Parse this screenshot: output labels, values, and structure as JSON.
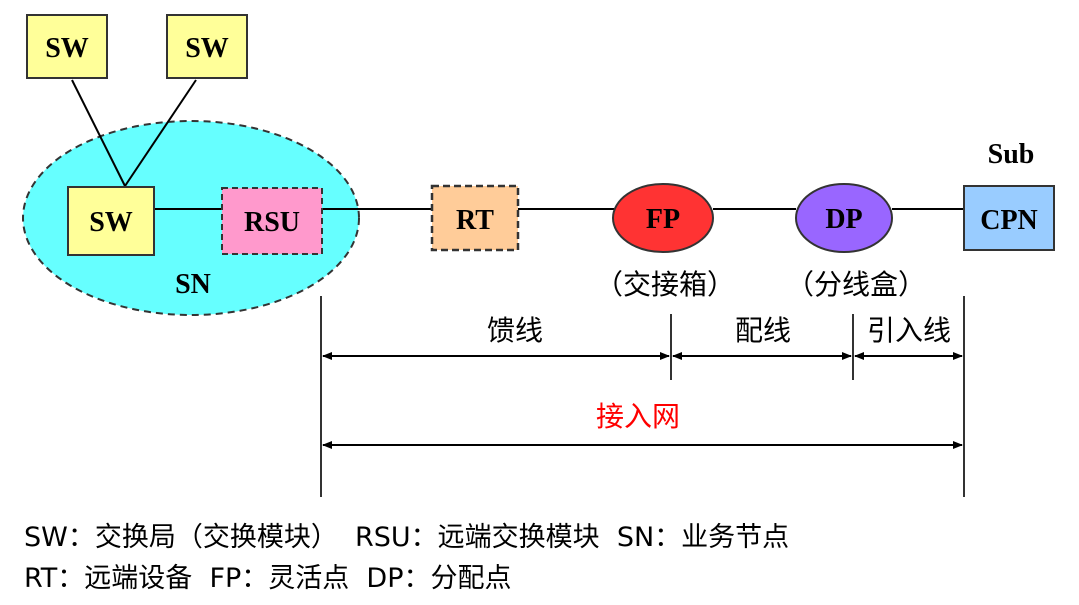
{
  "nodes": {
    "sw_top_left": "SW",
    "sw_top_right": "SW",
    "sw_inner": "SW",
    "rsu": "RSU",
    "sn": "SN",
    "rt": "RT",
    "fp": "FP",
    "fp_caption": "（交接箱）",
    "dp": "DP",
    "dp_caption": "（分线盒）",
    "sub": "Sub",
    "cpn": "CPN"
  },
  "segments": {
    "feeder": "馈线",
    "distribution": "配线",
    "drop": "引入线",
    "access_network": "接入网"
  },
  "legend": {
    "line1": "SW：交换局（交换模块）  RSU：远端交换模块  SN：业务节点",
    "line2": "RT：远端设备  FP：灵活点  DP：分配点"
  },
  "colors": {
    "box_yellow": "#FFFF99",
    "sn_cyan": "#66FFFF",
    "rsu_pink": "#FF99CC",
    "rt_orange": "#FFCC99",
    "fp_red": "#FF3333",
    "dp_purple": "#9966FF",
    "cpn_blue": "#99CCFF",
    "access_red": "#FF0000"
  }
}
